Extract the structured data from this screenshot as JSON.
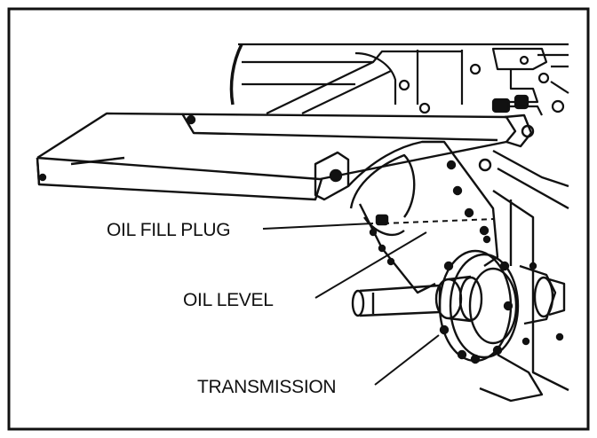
{
  "labels": {
    "oil_fill_plug": "OIL FILL PLUG",
    "oil_level": "OIL LEVEL",
    "transmission": "TRANSMISSION"
  },
  "colors": {
    "ink": "#111111",
    "paper": "#ffffff"
  }
}
